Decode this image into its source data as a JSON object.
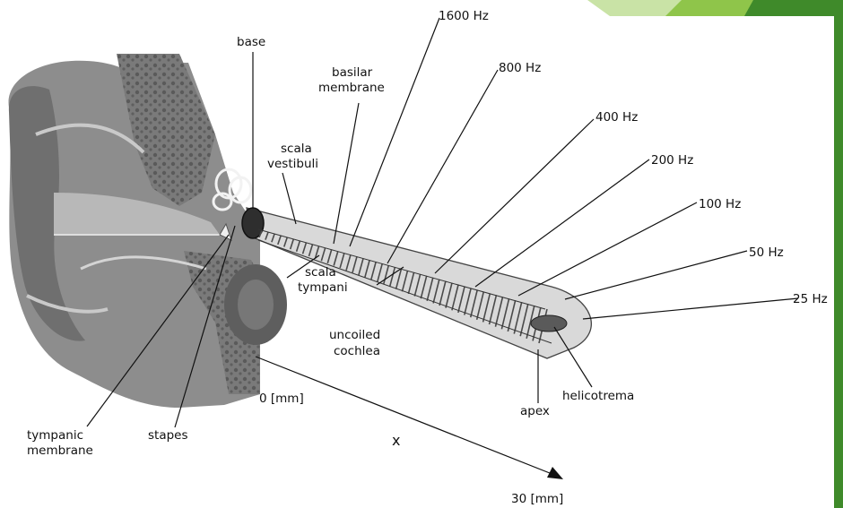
{
  "labels": {
    "base": "base",
    "basilar_membrane": [
      "basilar",
      "membrane"
    ],
    "scala_vestibuli": [
      "scala",
      "vestibuli"
    ],
    "scala_tympani": [
      "scala",
      "tympani"
    ],
    "uncoiled_cochlea": [
      "uncoiled",
      "cochlea"
    ],
    "tympanic_membrane": [
      "tympanic",
      "membrane"
    ],
    "stapes": "stapes",
    "apex": "apex",
    "helicotrema": "helicotrema",
    "axis_start": "0 [mm]",
    "axis_end": "30 [mm]",
    "axis_var": "x"
  },
  "frequencies": [
    "1600 Hz",
    "800 Hz",
    "400 Hz",
    "200 Hz",
    "100 Hz",
    "50 Hz",
    "25 Hz"
  ],
  "colors": {
    "ear_dark": "#6e6e6e",
    "ear_mid": "#8d8d8d",
    "ear_light": "#b9b9b9",
    "cochlea_fill": "#dcdcdc",
    "membrane_stripes": "#4a4a4a",
    "slide_accent_dark": "#3f8a2a",
    "slide_accent_light": "#8fc54a"
  }
}
